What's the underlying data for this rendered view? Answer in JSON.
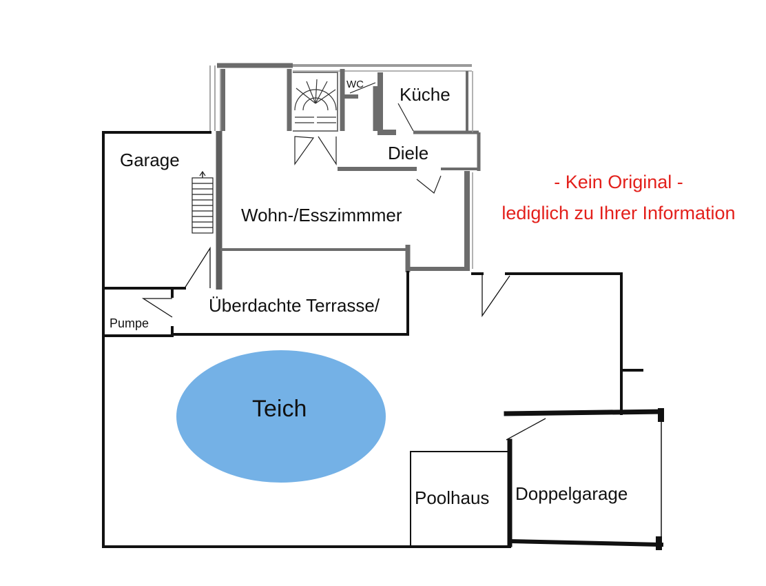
{
  "rooms": {
    "wc": "WC",
    "kueche": "Küche",
    "diele": "Diele",
    "garage": "Garage",
    "wohnen": "Wohn-/Esszimmmer",
    "terrasse": "Überdachte Terrasse/",
    "pumpe": "Pumpe",
    "teich": "Teich",
    "poolhaus": "Poolhaus",
    "doppelgarage": "Doppelgarage"
  },
  "notice": {
    "line1": "- Kein Original -",
    "line2": "lediglich zu Ihrer Information"
  },
  "colors": {
    "pond": "#74b1e6",
    "notice": "#e3201b",
    "wall": "#111111",
    "scanned_wall": "#6c6c6c"
  }
}
